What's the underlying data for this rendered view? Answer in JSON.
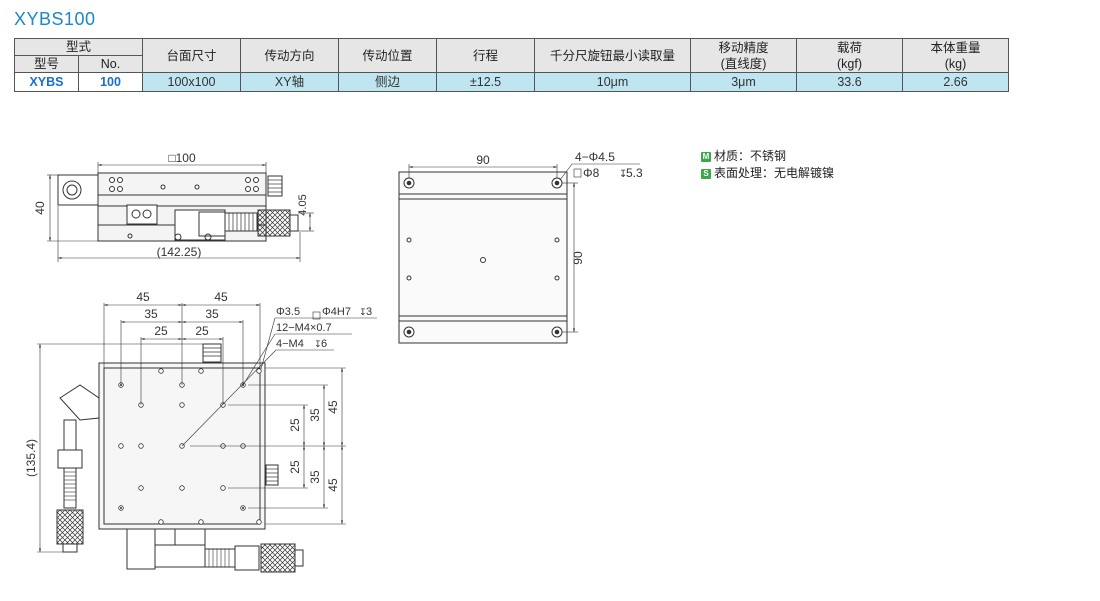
{
  "product": {
    "title": "XYBS100"
  },
  "table": {
    "h_model_type": "型式",
    "h_model": "型号",
    "h_no": "No.",
    "h_table_size": "台面尺寸",
    "h_drive_dir": "传动方向",
    "h_drive_pos": "传动位置",
    "h_stroke": "行程",
    "h_min_read": "千分尺旋钮最小读取量",
    "h_accuracy": "移动精度",
    "h_accuracy_sub": "(直线度)",
    "h_load": "载荷",
    "h_load_unit": "(kgf)",
    "h_weight": "本体重量",
    "h_weight_unit": "(kg)",
    "row": {
      "model": "XYBS",
      "no": "100",
      "table_size": "100x100",
      "drive_dir": "XY轴",
      "drive_pos": "侧边",
      "stroke": "±12.5",
      "min_read": "10μm",
      "accuracy": "3μm",
      "load": "33.6",
      "weight": "2.66"
    }
  },
  "legend": {
    "m_mark": "M",
    "material": "材质：不锈钢",
    "s_mark": "S",
    "surface": "表面处理：无电解镀镍"
  },
  "dims": {
    "sq100": "□100",
    "d40": "40",
    "d405": "4.05",
    "d14225": "(142.25)",
    "d90a": "90",
    "hole4": "4−Φ4.5",
    "cbore8": "Φ8",
    "depth53": "5.3",
    "d90b": "90",
    "t45a": "45",
    "t45b": "45",
    "t35a": "35",
    "t35b": "35",
    "t25a": "25",
    "t25b": "25",
    "pin35": "Φ3.5",
    "pin4h7": "Φ4H7",
    "pin_depth": "3",
    "m4x07": "12−M4×0.7",
    "m4d6": "4−M4",
    "m4depth": "6",
    "r25a": "25",
    "r35a": "35",
    "r45a": "45",
    "r25b": "25",
    "r35b": "35",
    "r45b": "45",
    "d1354": "(135.4)"
  }
}
